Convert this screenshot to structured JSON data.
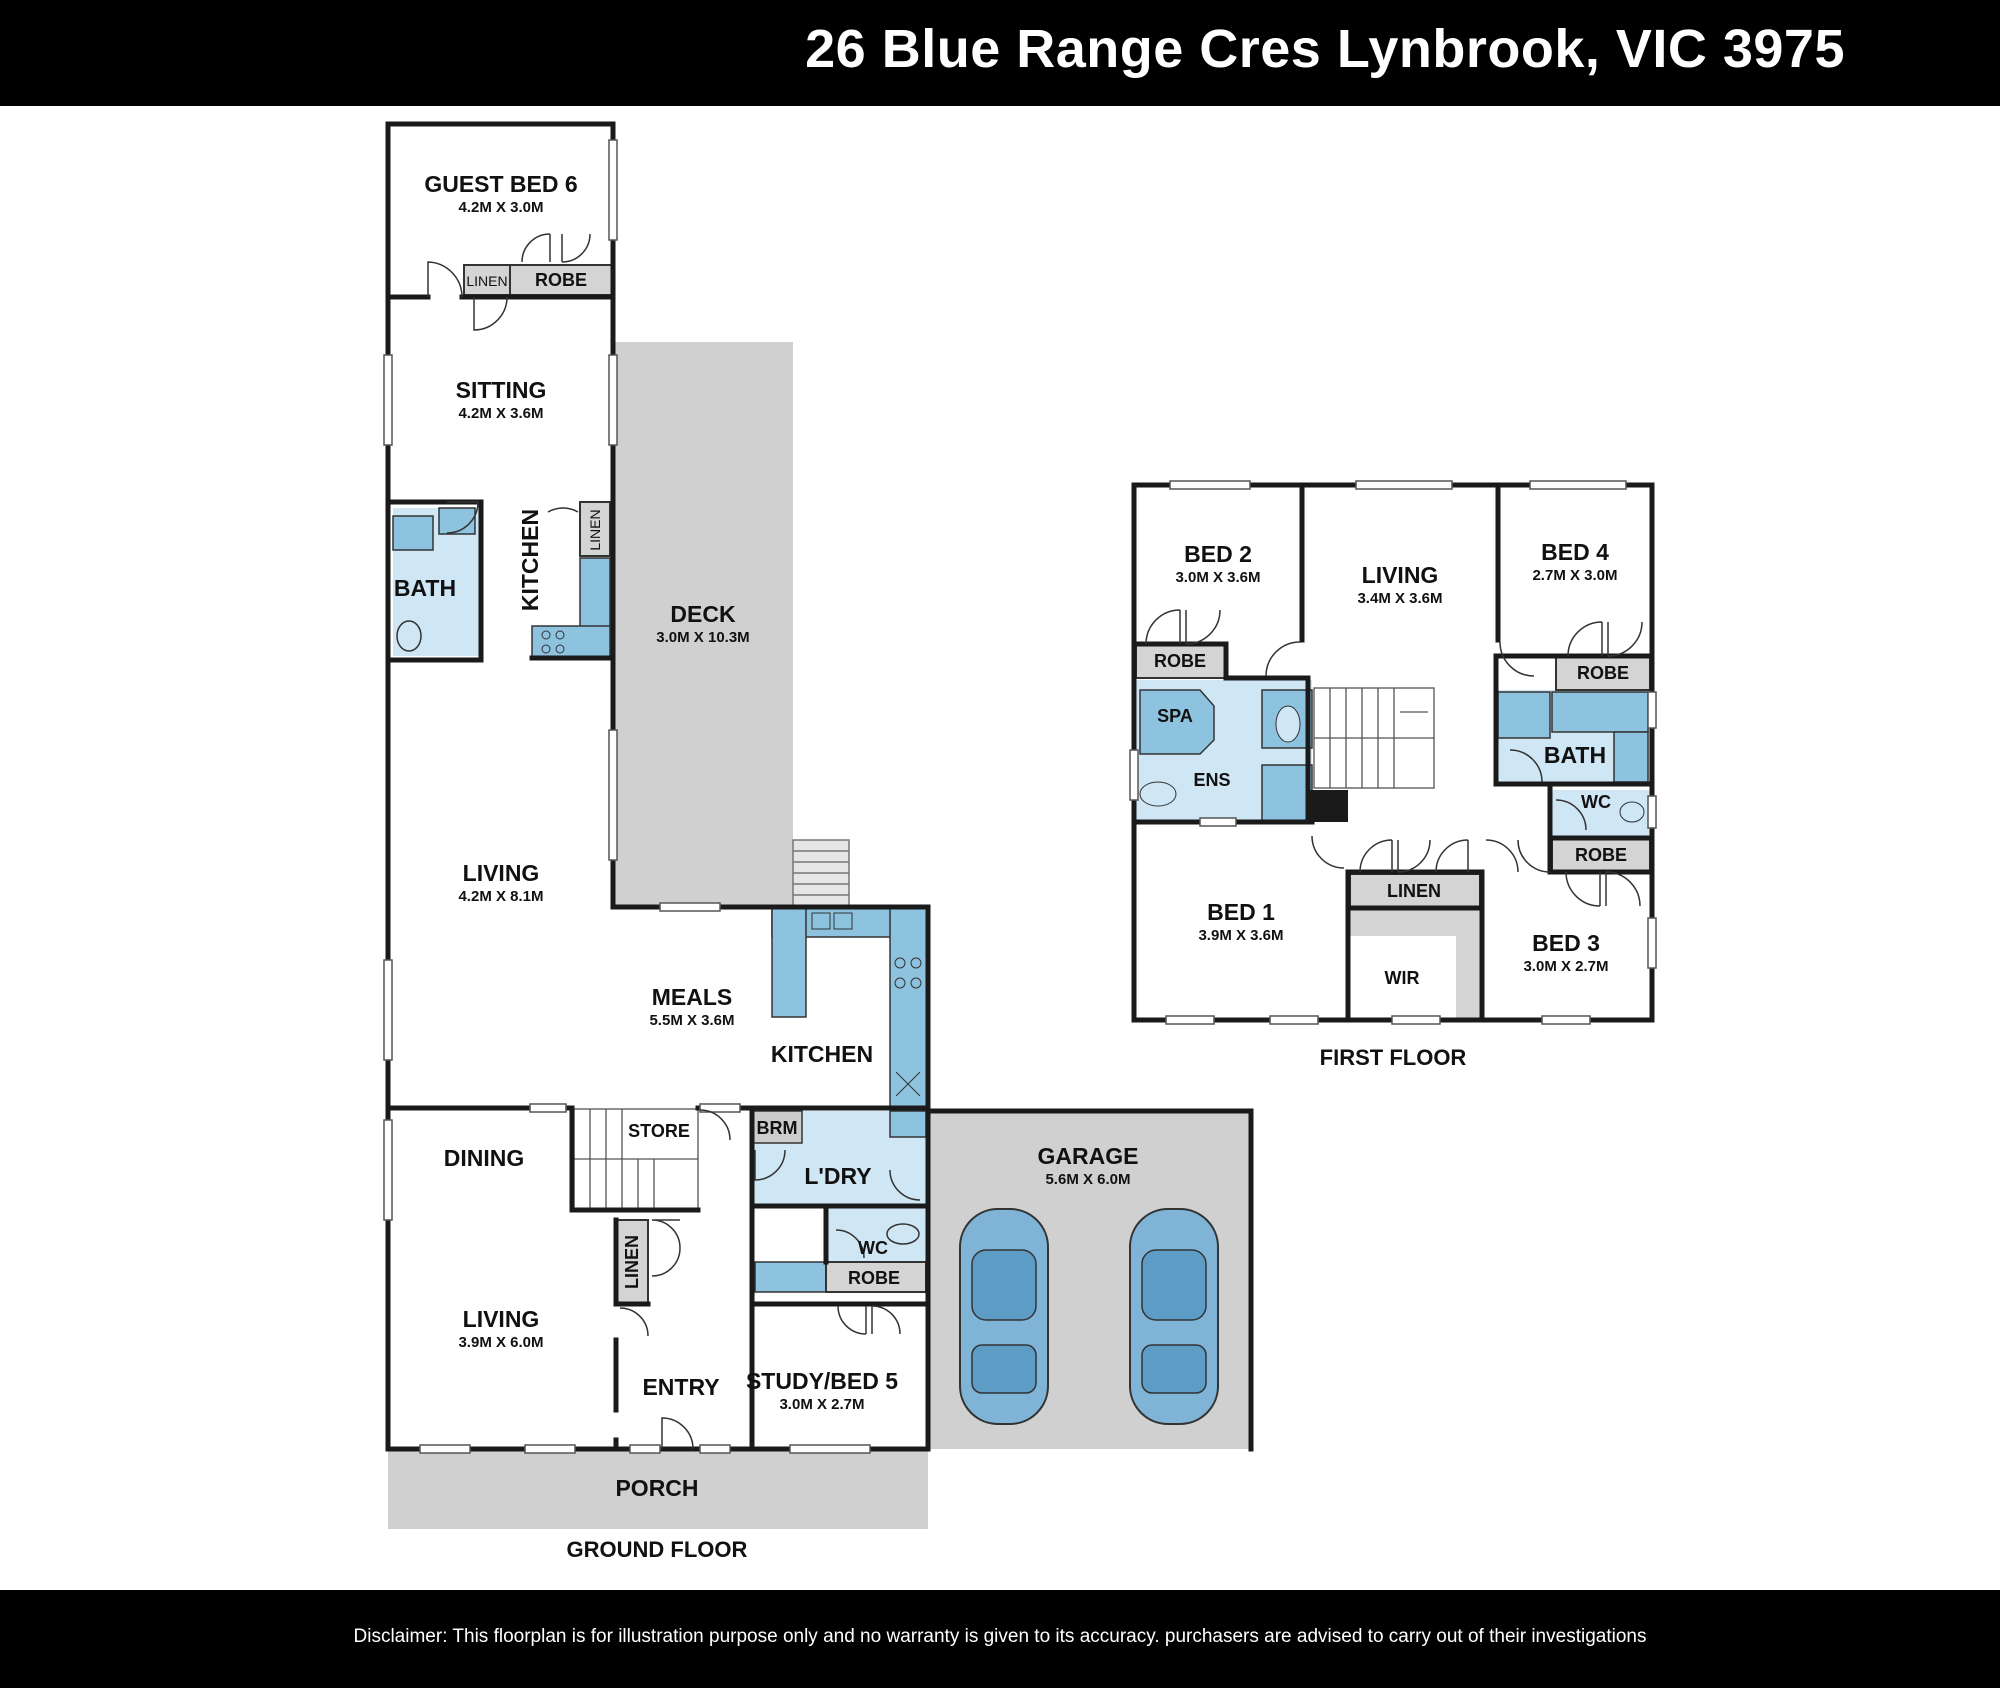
{
  "header": {
    "address": "26 Blue Range Cres Lynbrook, VIC 3975"
  },
  "footer": {
    "disclaimer": "Disclaimer: This floorplan is for illustration purpose only and no warranty is given to its accuracy. purchasers are advised to carry out of their investigations"
  },
  "colors": {
    "bar": "#000000",
    "wall": "#1a1a1a",
    "outdoor": "#d0d0d1",
    "wet": "#8ec3e0",
    "wet_light": "#cfe6f4",
    "cabinet": "#d4d4d4"
  },
  "ground_floor": {
    "label": "GROUND FLOOR",
    "guest_bed_6": {
      "name": "GUEST BED 6",
      "dims": "4.2M X 3.0M"
    },
    "linen_top": "LINEN",
    "robe_top": "ROBE",
    "sitting": {
      "name": "SITTING",
      "dims": "4.2M X 3.6M"
    },
    "bath": "BATH",
    "kitchenette": "KITCHEN",
    "linen_kitchenette": "LINEN",
    "deck": {
      "name": "DECK",
      "dims": "3.0M X 10.3M"
    },
    "living_main": {
      "name": "LIVING",
      "dims": "4.2M X 8.1M"
    },
    "meals": {
      "name": "MEALS",
      "dims": "5.5M X 3.6M"
    },
    "kitchen": "KITCHEN",
    "dining": "DINING",
    "store": "STORE",
    "brm": "BRM",
    "laundry": "L'DRY",
    "wc": "WC",
    "robe_study": "ROBE",
    "linen_entry": "LINEN",
    "living_front": {
      "name": "LIVING",
      "dims": "3.9M X 6.0M"
    },
    "entry": "ENTRY",
    "study": {
      "name": "STUDY/BED 5",
      "dims": "3.0M X 2.7M"
    },
    "garage": {
      "name": "GARAGE",
      "dims": "5.6M X 6.0M"
    },
    "porch": "PORCH"
  },
  "first_floor": {
    "label": "FIRST FLOOR",
    "bed_2": {
      "name": "BED 2",
      "dims": "3.0M X 3.6M"
    },
    "living": {
      "name": "LIVING",
      "dims": "3.4M X 3.6M"
    },
    "bed_4": {
      "name": "BED 4",
      "dims": "2.7M X 3.0M"
    },
    "robe_bed2": "ROBE",
    "robe_bed4": "ROBE",
    "spa": "SPA",
    "ens": "ENS",
    "bath": "BATH",
    "wc": "WC",
    "robe_bed3": "ROBE",
    "linen": "LINEN",
    "bed_1": {
      "name": "BED 1",
      "dims": "3.9M X 3.6M"
    },
    "wir": "WIR",
    "bed_3": {
      "name": "BED 3",
      "dims": "3.0M X 2.7M"
    }
  }
}
